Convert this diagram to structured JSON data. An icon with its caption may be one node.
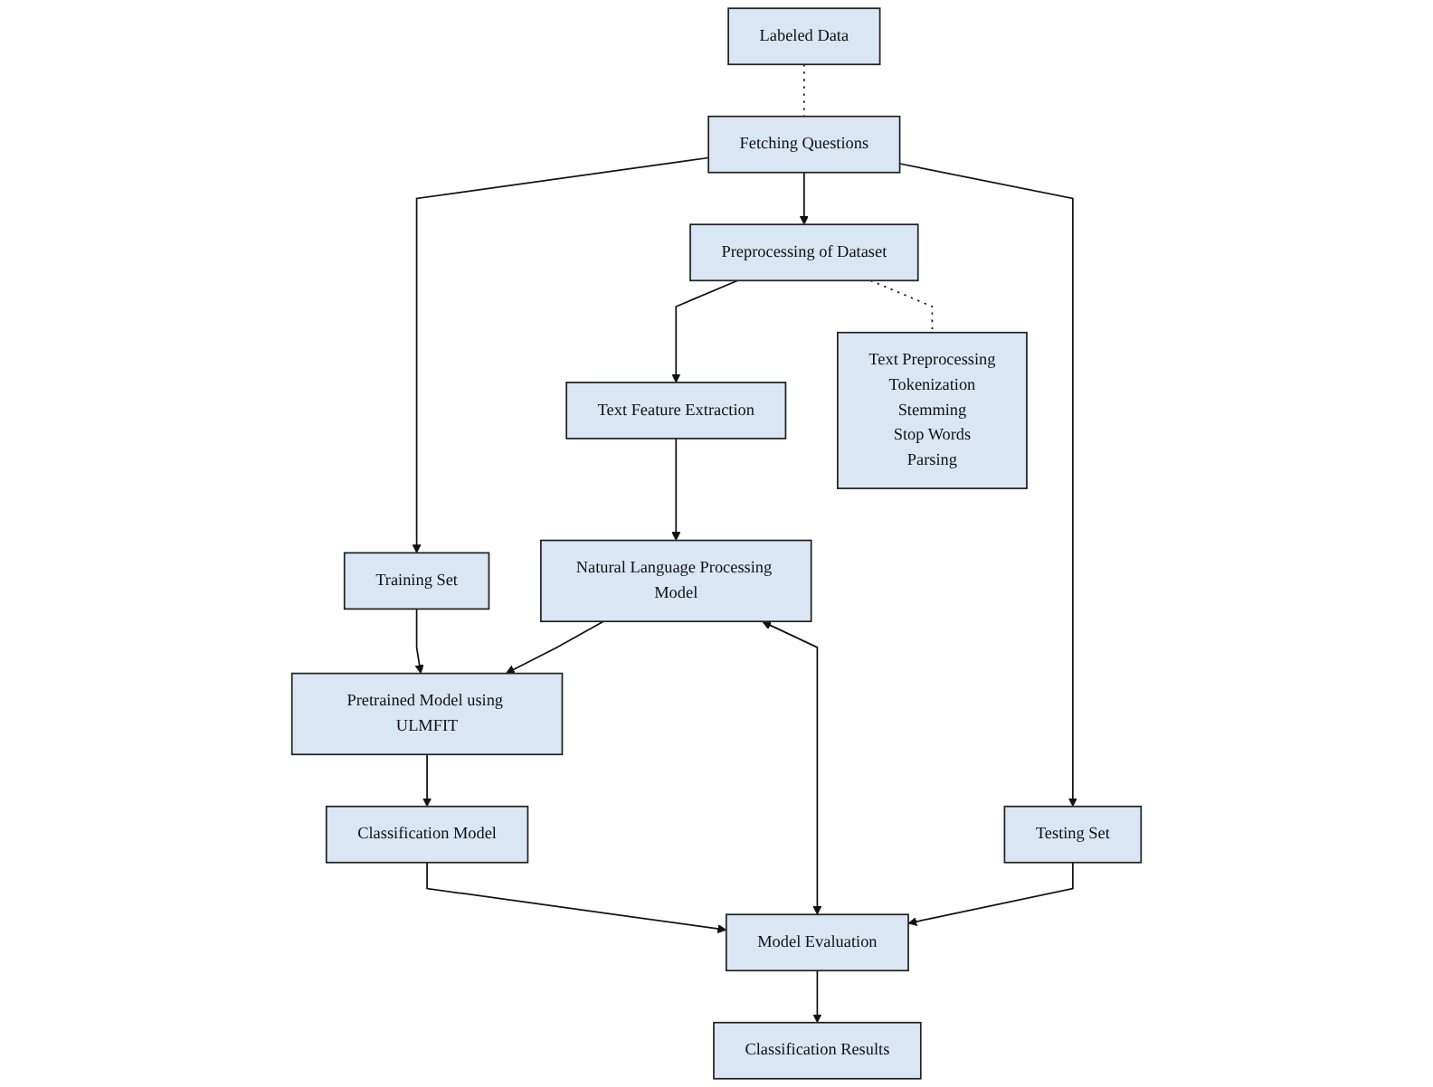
{
  "diagram": {
    "nodes": [
      {
        "text": [
          "Labeled Data"
        ]
      },
      {
        "text": [
          "Fetching Questions"
        ]
      },
      {
        "text": [
          "Training Set"
        ]
      },
      {
        "text": [
          "Testing Set"
        ]
      },
      {
        "text": [
          "Preprocessing of Dataset"
        ]
      },
      {
        "text": [
          "Text Preprocessing",
          "Tokenization",
          "Stemming",
          "Stop Words",
          "Parsing"
        ]
      },
      {
        "text": [
          "Text Feature Extraction"
        ]
      },
      {
        "text": [
          "Natural Language Processing Model"
        ]
      },
      {
        "text": [
          "Pretrained Model using ULMFIT"
        ]
      },
      {
        "text": [
          "Classification Model"
        ]
      },
      {
        "text": [
          "Model Evaluation"
        ]
      },
      {
        "text": [
          "Classification Results"
        ]
      }
    ],
    "edges": [
      {
        "from": 0,
        "to": 1,
        "arrow": "none",
        "style": "dashed"
      },
      {
        "from": 1,
        "to": 2,
        "arrow": "to"
      },
      {
        "from": 1,
        "to": 4,
        "arrow": "to"
      },
      {
        "from": 1,
        "to": 3,
        "arrow": "to"
      },
      {
        "from": 2,
        "to": 8,
        "arrow": "to"
      },
      {
        "from": 4,
        "to": 6,
        "arrow": "to"
      },
      {
        "from": 4,
        "to": 5,
        "arrow": "none",
        "style": "dashed"
      },
      {
        "from": 6,
        "to": 7,
        "arrow": "to"
      },
      {
        "from": 7,
        "to": 8,
        "arrow": "to"
      },
      {
        "from": 7,
        "to": 10,
        "arrow": "both"
      },
      {
        "from": 8,
        "to": 9,
        "arrow": "to"
      },
      {
        "from": 9,
        "to": 10,
        "arrow": "to"
      },
      {
        "from": 3,
        "to": 10,
        "arrow": "to"
      },
      {
        "from": 10,
        "to": 11,
        "arrow": "to"
      }
    ]
  }
}
